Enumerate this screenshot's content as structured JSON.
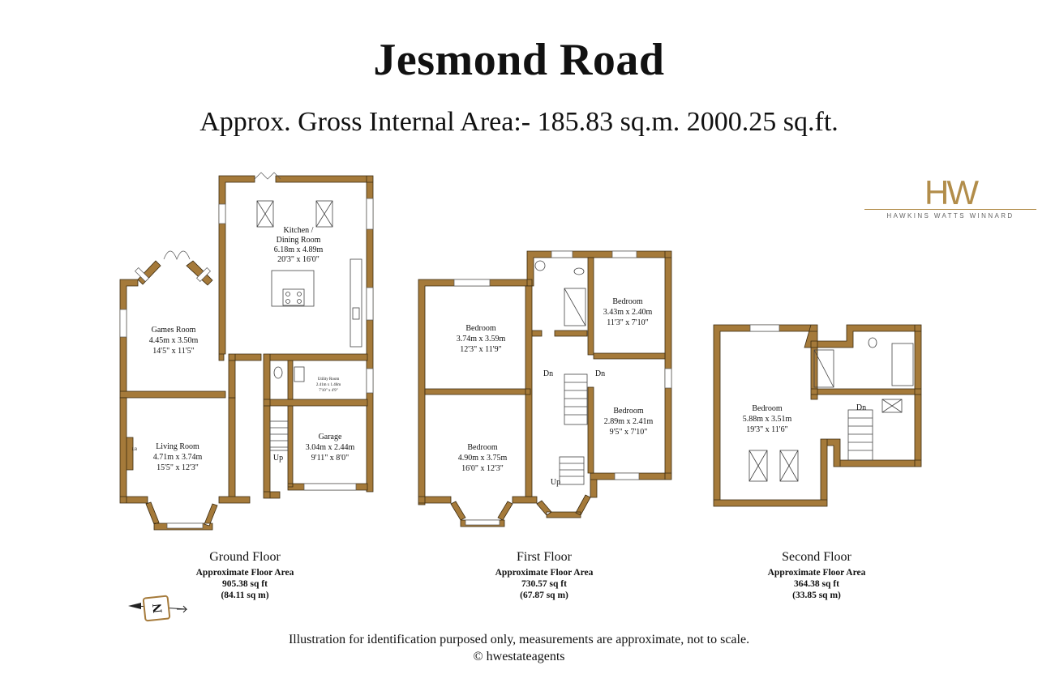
{
  "title": "Jesmond Road",
  "subtitle": "Approx. Gross Internal Area:- 185.83 sq.m. 2000.25 sq.ft.",
  "logo": {
    "mark": "HW",
    "name": "HAWKINS WATTS WINNARD"
  },
  "colors": {
    "wall": "#a57a3a",
    "wall_stroke": "#3a2a10",
    "logo": "#b28d4a"
  },
  "floors": [
    {
      "name": "Ground Floor",
      "area_label": "Approximate Floor Area",
      "sqft": "905.38 sq ft",
      "sqm": "(84.11 sq m)"
    },
    {
      "name": "First Floor",
      "area_label": "Approximate Floor Area",
      "sqft": "730.57 sq ft",
      "sqm": "(67.87 sq m)"
    },
    {
      "name": "Second Floor",
      "area_label": "Approximate Floor Area",
      "sqft": "364.38 sq ft",
      "sqm": "(33.85 sq m)"
    }
  ],
  "rooms": {
    "kitchen": {
      "name1": "Kitchen /",
      "name2": "Dining Room",
      "metric": "6.18m x 4.89m",
      "imperial": "20'3\" x 16'0\""
    },
    "games": {
      "name": "Games Room",
      "metric": "4.45m x 3.50m",
      "imperial": "14'5\" x 11'5\""
    },
    "living": {
      "name": "Living Room",
      "metric": "4.71m x 3.74m",
      "imperial": "15'5\" x 12'3\""
    },
    "utility": {
      "name": "Utility Room",
      "metric": "2.41m x 1.46m",
      "imperial": "7'10\" x 4'9\""
    },
    "garage": {
      "name": "Garage",
      "metric": "3.04m x 2.44m",
      "imperial": "9'11\" x 8'0\""
    },
    "ff_bed1": {
      "name": "Bedroom",
      "metric": "3.74m x 3.59m",
      "imperial": "12'3\" x 11'9\""
    },
    "ff_bed2": {
      "name": "Bedroom",
      "metric": "3.43m x 2.40m",
      "imperial": "11'3\" x 7'10\""
    },
    "ff_bed3": {
      "name": "Bedroom",
      "metric": "4.90m x 3.75m",
      "imperial": "16'0\" x 12'3\""
    },
    "ff_bed4": {
      "name": "Bedroom",
      "metric": "2.89m x 2.41m",
      "imperial": "9'5\" x 7'10\""
    },
    "sf_bed": {
      "name": "Bedroom",
      "metric": "5.88m x 3.51m",
      "imperial": "19'3\" x 11'6\""
    }
  },
  "stair_labels": {
    "ground_up": "Up",
    "first_up": "Up",
    "first_dn_left": "Dn",
    "first_dn_right": "Dn",
    "second_dn": "Dn"
  },
  "fireplace_label": "LB",
  "compass": {
    "letter": "N"
  },
  "disclaimer": "Illustration for identification purposed only, measurements are approximate, not to scale.",
  "copyright": "© hwestateagents"
}
